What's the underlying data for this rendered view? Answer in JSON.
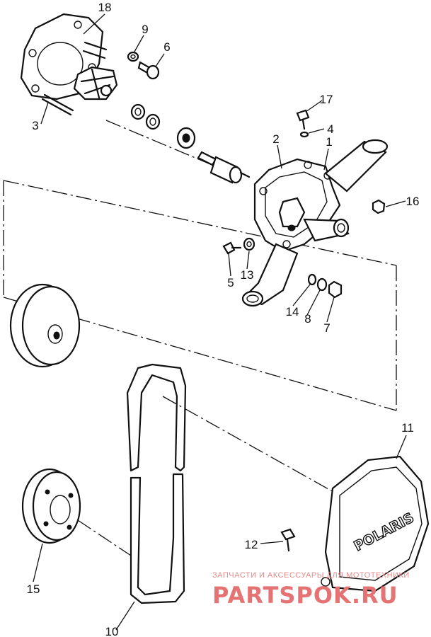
{
  "callouts": [
    "18",
    "9",
    "6",
    "3",
    "17",
    "4",
    "2",
    "1",
    "16",
    "13",
    "5",
    "14",
    "8",
    "7",
    "11",
    "12",
    "15",
    "10"
  ],
  "brand_text": "POLARIS",
  "watermark": {
    "line1": "ЗАПЧАСТИ И АКСЕССУАРЫ ДЛЯ МОТОТЕХНИКИ",
    "line2": "PARTSPOK.RU"
  }
}
